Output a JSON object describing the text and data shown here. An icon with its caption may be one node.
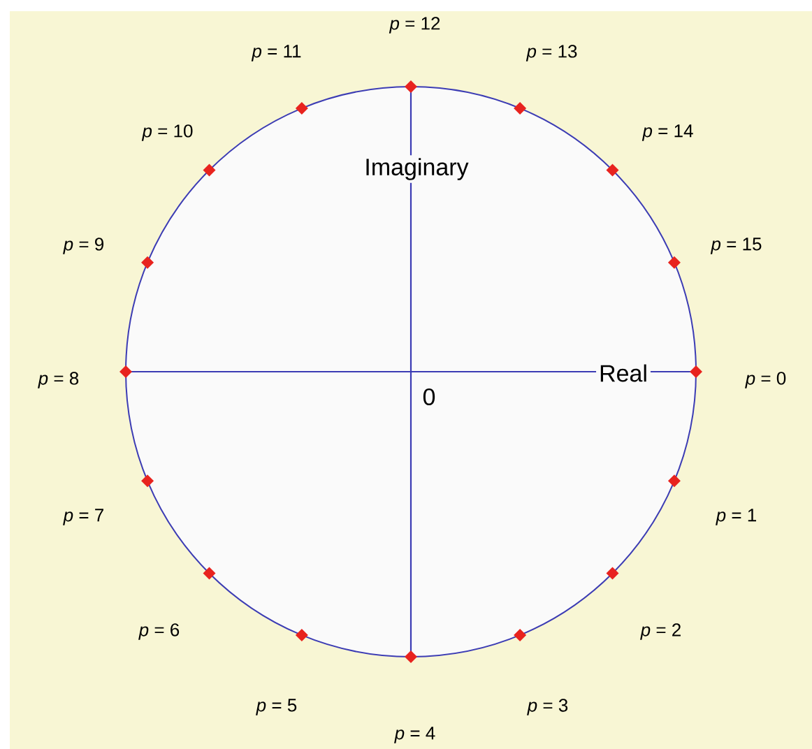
{
  "diagram": {
    "labels": [
      "*p* = 12",
      "*p* = 11",
      "*p* = 13",
      "*p* = 10",
      "*p* = 14",
      "Imaginary",
      "*p* = 9",
      "*p* = 15",
      "*p* = 8",
      "Real",
      "*p* = 0",
      "0",
      "*p* = 7",
      "*p* = 1",
      "*p* = 6",
      "*p* = 2",
      "*p* = 5",
      "*p* = 3",
      "*p* = 4"
    ]
  }
}
